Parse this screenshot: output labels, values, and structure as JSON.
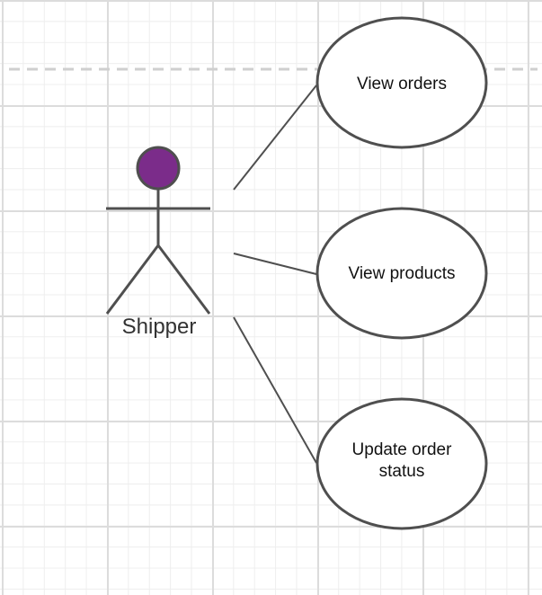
{
  "diagram": {
    "type": "use-case",
    "actor": {
      "label": "Shipper",
      "head_color": "#7b2c8a"
    },
    "use_cases": [
      {
        "label_lines": [
          "View orders"
        ]
      },
      {
        "label_lines": [
          "View products"
        ]
      },
      {
        "label_lines": [
          "Update order",
          "status"
        ]
      }
    ],
    "colors": {
      "stroke": "#4f4f4f",
      "dashed_guide": "#cfcfcf",
      "grid_major": "#dcdcdc",
      "grid_minor": "#eeeeee"
    }
  }
}
